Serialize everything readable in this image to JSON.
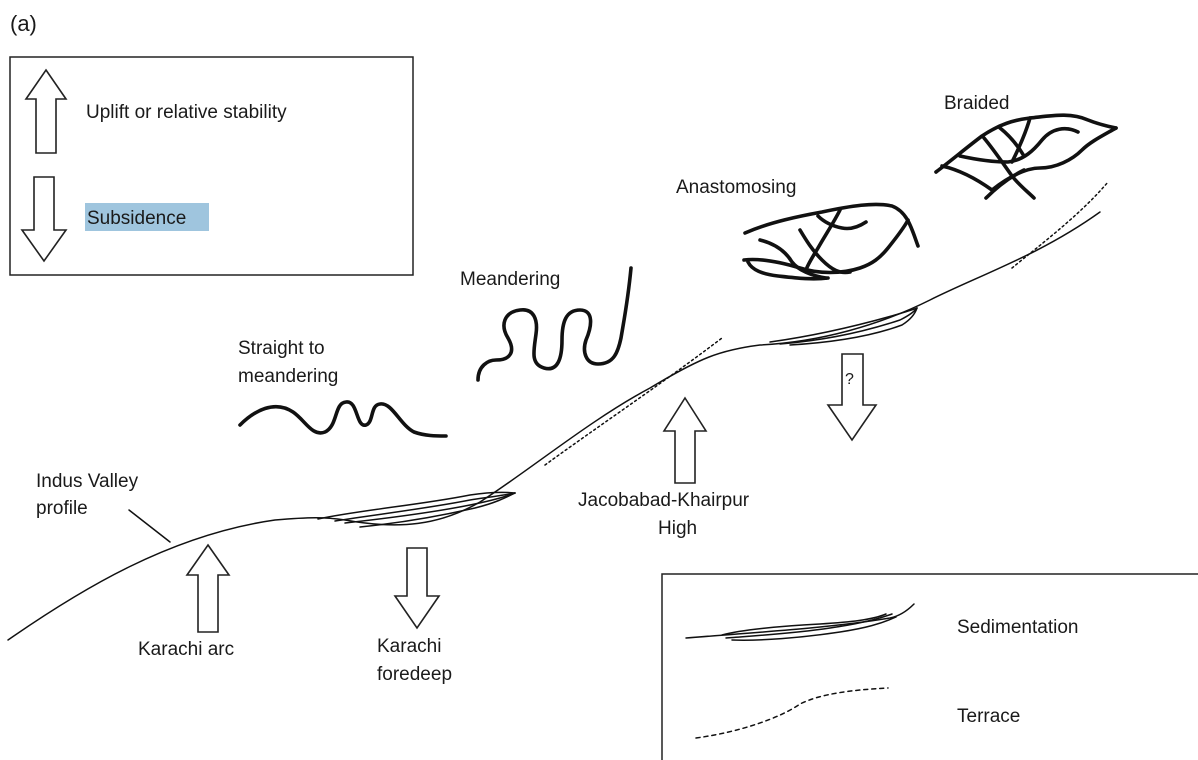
{
  "panel_label": "(a)",
  "legend_arrows": {
    "uplift_label": "Uplift or relative stability",
    "subsidence_label": "Subsidence",
    "subsidence_highlight_color": "#9fc5de"
  },
  "legend_lines": {
    "sedimentation_label": "Sedimentation",
    "terrace_label": "Terrace"
  },
  "channel_patterns": {
    "straight_line1": "Straight to",
    "straight_line2": "meandering",
    "meandering": "Meandering",
    "anastomosing": "Anastomosing",
    "braided": "Braided"
  },
  "profile": {
    "line1": "Indus Valley",
    "line2": "profile"
  },
  "structures": {
    "karachi_arc": "Karachi arc",
    "karachi_foredeep_line1": "Karachi",
    "karachi_foredeep_line2": "foredeep",
    "jacobabad_line1": "Jacobabad-Khairpur",
    "jacobabad_line2": "High",
    "question_mark": "?"
  }
}
